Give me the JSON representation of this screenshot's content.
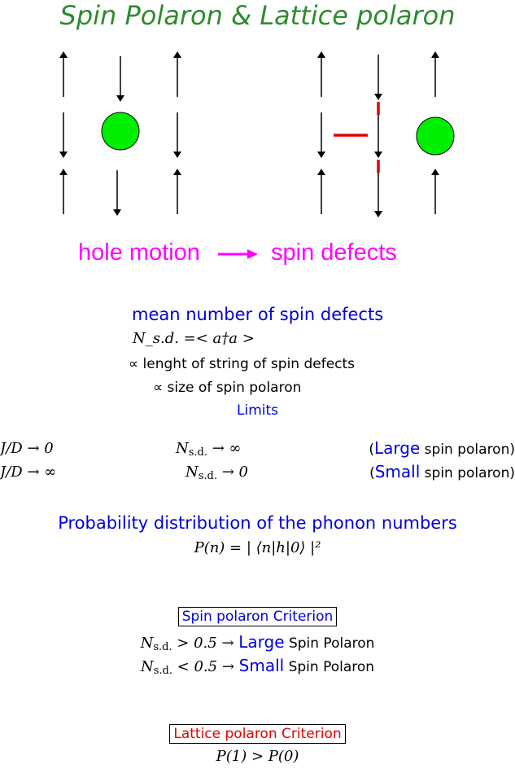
{
  "title": "Spin Polaron & Lattice polaron",
  "caption": {
    "left": "hole motion",
    "right": "spin defects"
  },
  "defects": {
    "heading": "mean number of spin defects",
    "formula": "N_s.d. =< a†a >",
    "line1": "∝ lenght of string of spin defects",
    "line2": "∝ size of spin polaron",
    "limits": "Limits"
  },
  "limit_rows": [
    {
      "ratio": "J/D → 0",
      "nsd_sym": "N",
      "nsd_sub": "s.d.",
      "nsd_val": " → ∞",
      "word": "Large",
      "tail": " spin polaron)"
    },
    {
      "ratio": "J/D → ∞",
      "nsd_sym": "N",
      "nsd_sub": "s.d.",
      "nsd_val": " → 0",
      "word": "Small",
      "tail": " spin polaron)"
    }
  ],
  "probability": {
    "heading": "Probability distribution of the phonon numbers",
    "formula": "P(n) = | ⟨n|h|0⟩ |²"
  },
  "spin_criterion": {
    "label": "Spin polaron Criterion",
    "row1": {
      "sym": "N",
      "sub": "s.d.",
      "cond": " > 0.5 → ",
      "word": "Large",
      "tail": " Spin Polaron"
    },
    "row2": {
      "sym": "N",
      "sub": "s.d.",
      "cond": " < 0.5 → ",
      "word": "Small",
      "tail": " Spin Polaron"
    }
  },
  "lattice_criterion": {
    "label": "Lattice polaron Criterion",
    "formula": "P(1) > P(0)"
  },
  "colors": {
    "title": "#2e8b2e",
    "caption": "#ff00ff",
    "emphasis": "#0000dd",
    "lattice": "#e00000",
    "hole": "#00ee00"
  }
}
